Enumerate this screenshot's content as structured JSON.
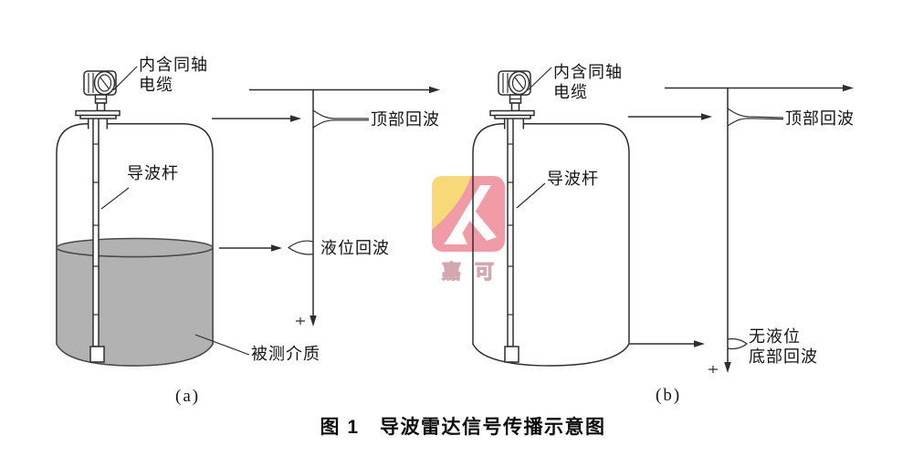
{
  "caption": "图 1　导波雷达信号传播示意图",
  "watermark": {
    "text": "嘉可"
  },
  "colors": {
    "liquid": "#b2b2b2",
    "liquid_outline": "#4a4a4a",
    "logo_pink": "#ef8e99",
    "logo_yellow": "#f6d565",
    "line": "#2e2e2e"
  },
  "diagram_a": {
    "coax_label_line1": "内含同轴",
    "coax_label_line2": "电缆",
    "rod_label": "导波杆",
    "top_echo_label": "顶部回波",
    "level_echo_label": "液位回波",
    "medium_label": "被测介质",
    "subfigure_label": "(a)"
  },
  "diagram_b": {
    "coax_label_line1": "内含同轴",
    "coax_label_line2": "电缆",
    "rod_label": "导波杆",
    "top_echo_label": "顶部回波",
    "no_level_label_line1": "无液位",
    "no_level_label_line2": "底部回波",
    "subfigure_label": "(b)"
  }
}
